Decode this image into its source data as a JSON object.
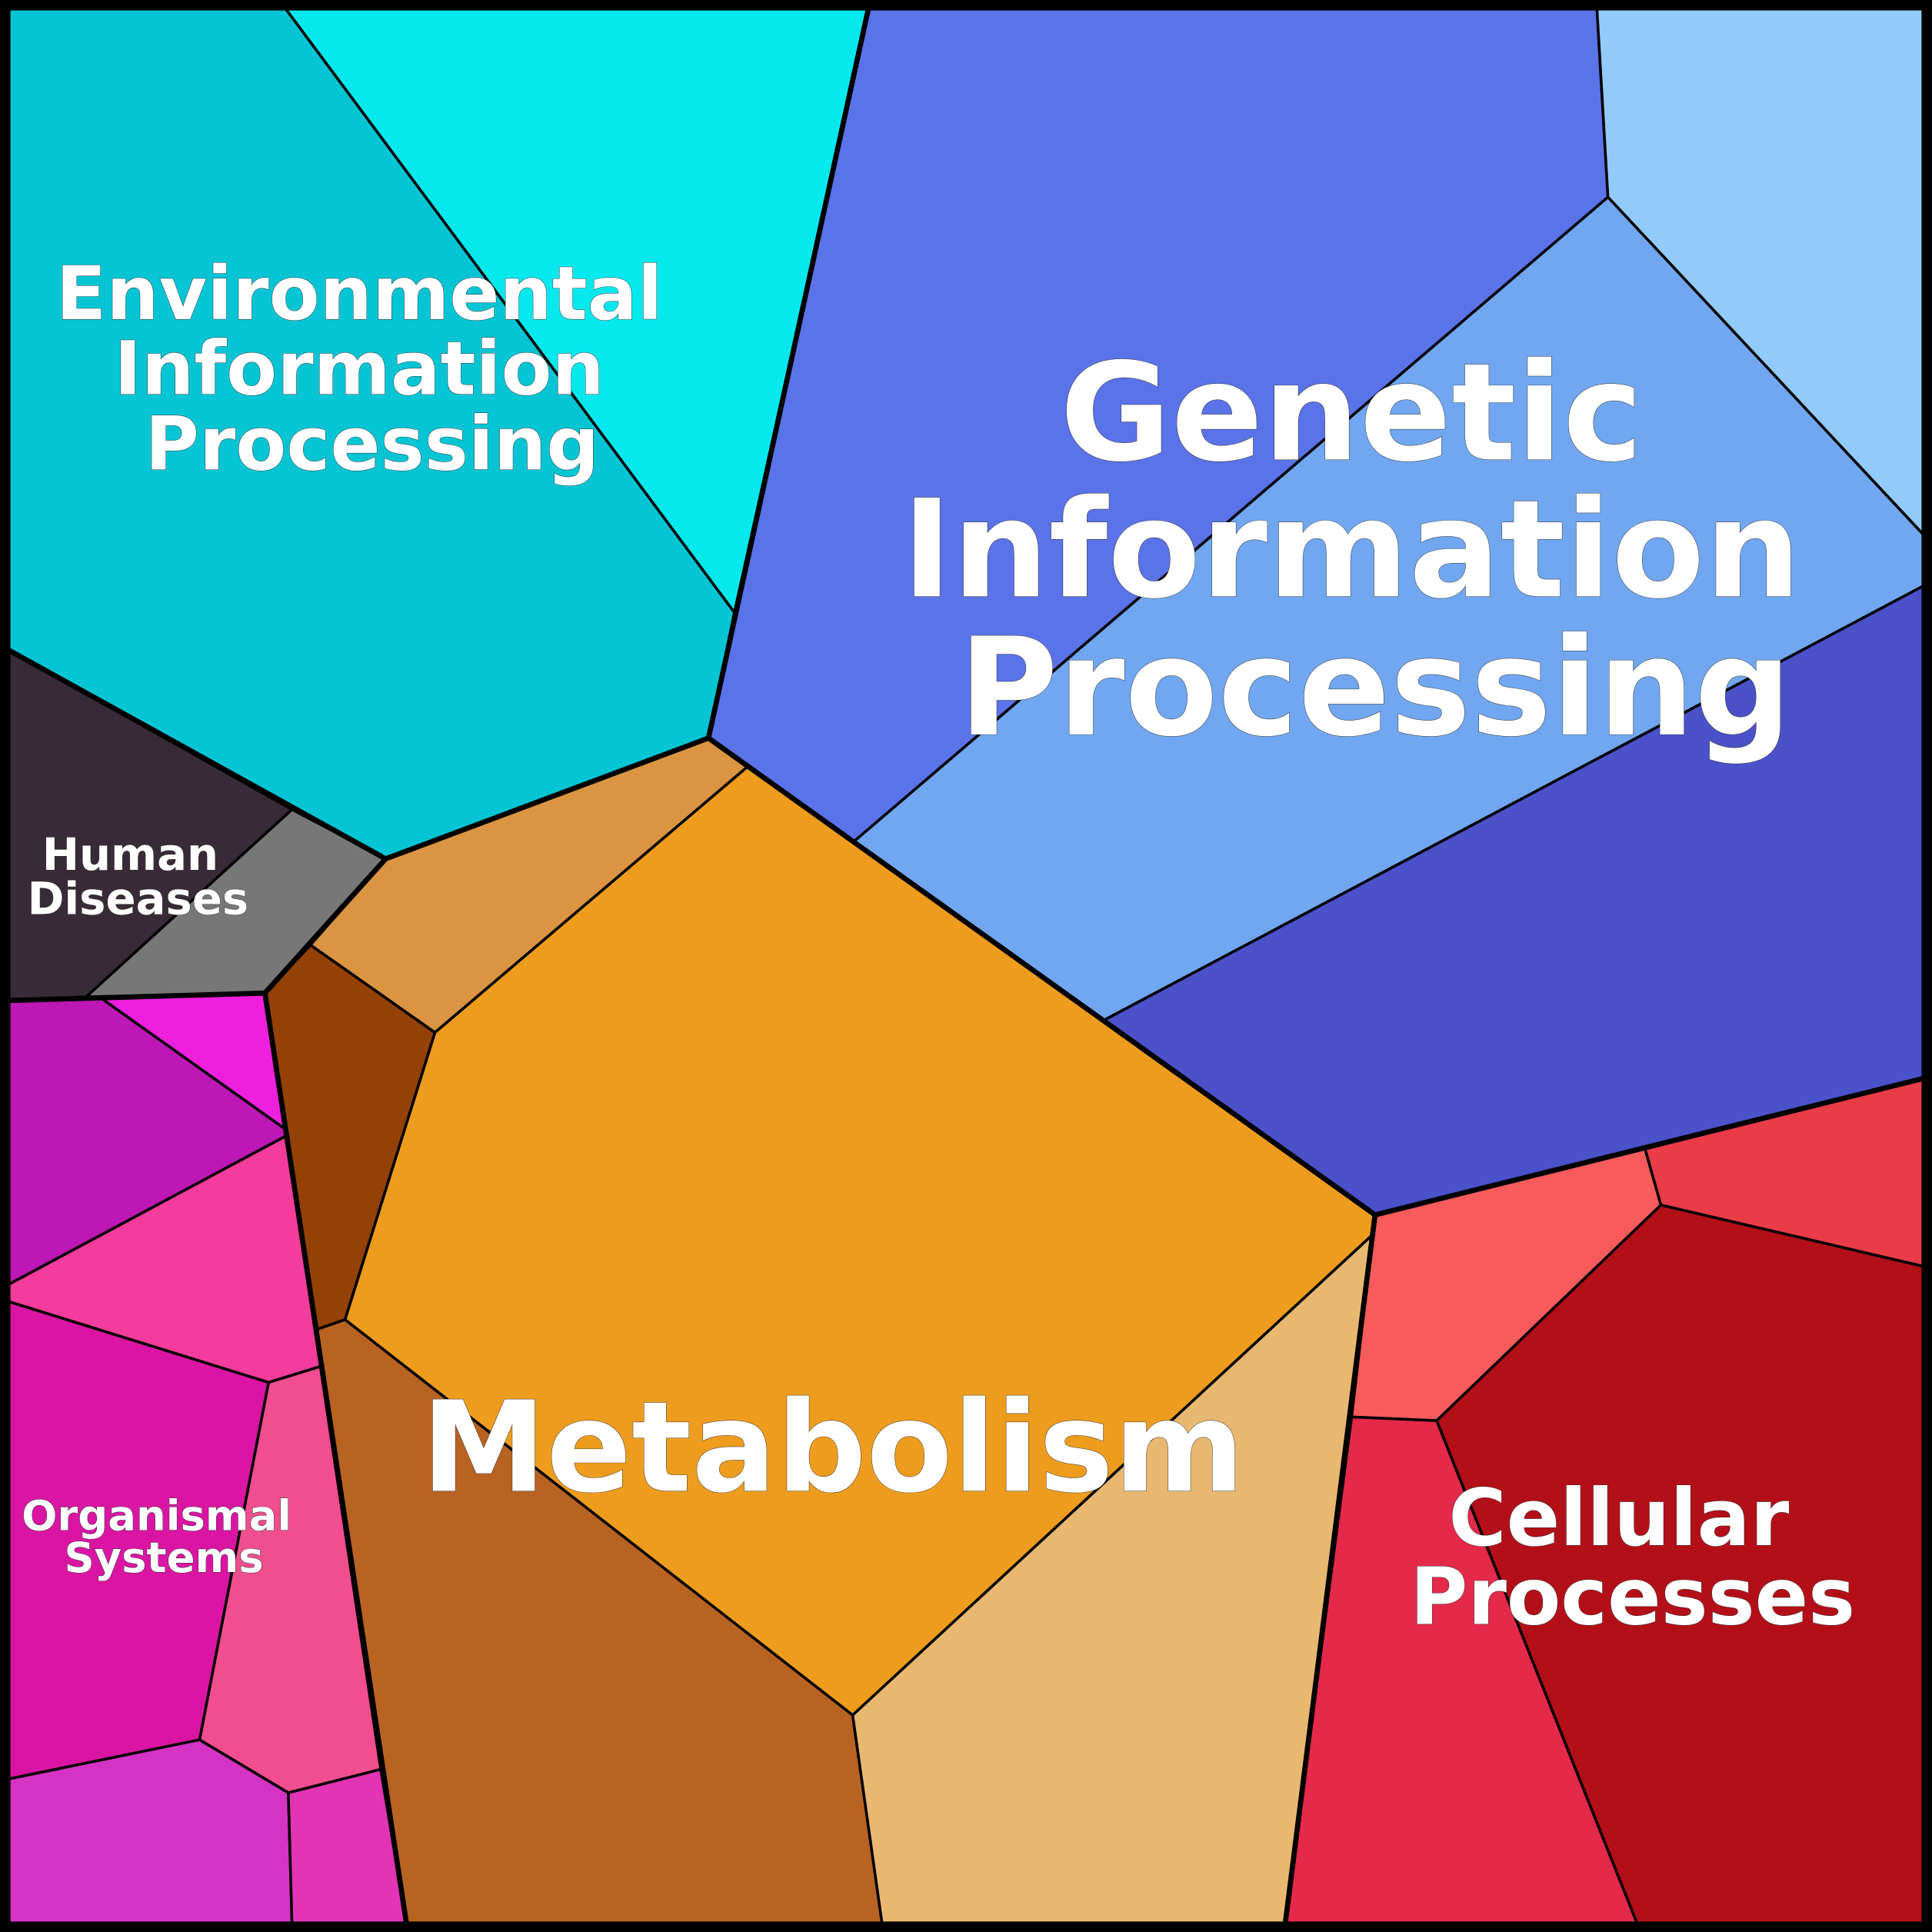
{
  "diagram": {
    "type": "voronoi-treemap",
    "groups": [
      {
        "name": "Environmental Information Processing",
        "label_lines": [
          "Environmental",
          "Information",
          "Processing"
        ],
        "cells": [
          {
            "id": "env-1",
            "color": "#05C5D5"
          },
          {
            "id": "env-2",
            "color": "#05E9EE"
          }
        ]
      },
      {
        "name": "Genetic Information Processing",
        "label_lines": [
          "Genetic",
          "Information",
          "Processing"
        ],
        "cells": [
          {
            "id": "gen-1",
            "color": "#5A73E8"
          },
          {
            "id": "gen-2",
            "color": "#92CBFB"
          },
          {
            "id": "gen-3",
            "color": "#70A7F0"
          },
          {
            "id": "gen-4",
            "color": "#4A51C9"
          }
        ]
      },
      {
        "name": "Human Diseases",
        "label_lines": [
          "Human",
          "Diseases"
        ],
        "cells": [
          {
            "id": "hum-1",
            "color": "#392A37"
          },
          {
            "id": "hum-2",
            "color": "#777777"
          }
        ]
      },
      {
        "name": "Metabolism",
        "label_lines": [
          "Metabolism"
        ],
        "cells": [
          {
            "id": "met-1",
            "color": "#DA9442"
          },
          {
            "id": "met-2",
            "color": "#EE9C1E"
          },
          {
            "id": "met-3",
            "color": "#934104"
          },
          {
            "id": "met-4",
            "color": "#B96322"
          },
          {
            "id": "met-5",
            "color": "#E8B871"
          }
        ]
      },
      {
        "name": "Organismal Systems",
        "label_lines": [
          "Organismal",
          "Systems"
        ],
        "cells": [
          {
            "id": "org-1",
            "color": "#BD17B5"
          },
          {
            "id": "org-2",
            "color": "#EE20DE"
          },
          {
            "id": "org-3",
            "color": "#F43C9C"
          },
          {
            "id": "org-4",
            "color": "#DB15A3"
          },
          {
            "id": "org-5",
            "color": "#F04E90"
          },
          {
            "id": "org-6",
            "color": "#D433C4"
          },
          {
            "id": "org-7",
            "color": "#E234B4"
          }
        ]
      },
      {
        "name": "Cellular Processes",
        "label_lines": [
          "Cellular",
          "Processes"
        ],
        "cells": [
          {
            "id": "cel-1",
            "color": "#F75B5B"
          },
          {
            "id": "cel-2",
            "color": "#EA3C48"
          },
          {
            "id": "cel-3",
            "color": "#B30F18"
          },
          {
            "id": "cel-4",
            "color": "#E4294A"
          }
        ]
      }
    ]
  }
}
